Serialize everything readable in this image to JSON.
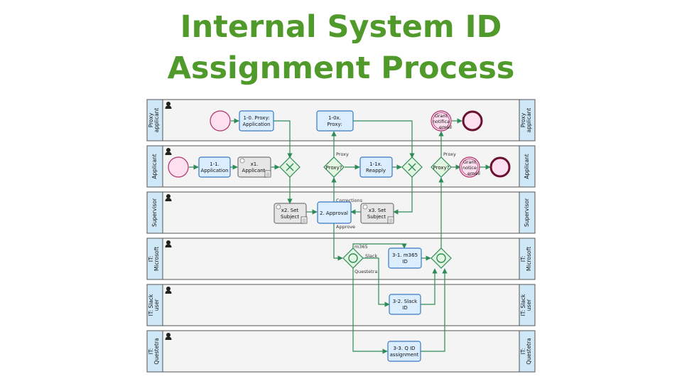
{
  "title": {
    "line1": "Internal System ID",
    "line2": "Assignment Process"
  },
  "lanes": [
    {
      "id": "proxy",
      "label_line1": "Proxy",
      "label_line2": "applicant"
    },
    {
      "id": "applicant",
      "label_line1": "Applicant",
      "label_line2": ""
    },
    {
      "id": "supervisor",
      "label_line1": "Supervisor",
      "label_line2": ""
    },
    {
      "id": "microsoft",
      "label_line1": "IT:",
      "label_line2": "Microsoft"
    },
    {
      "id": "slack",
      "label_line1": "IT: Slack",
      "label_line2": "user"
    },
    {
      "id": "questetra",
      "label_line1": "IT:",
      "label_line2": "Questetra"
    }
  ],
  "tasks": {
    "proxy_application": {
      "line1": "1-0. Proxy:",
      "line2": "Application"
    },
    "proxy_10x": {
      "line1": "1-0x.",
      "line2": "Proxy:"
    },
    "application": {
      "line1": "1-1.",
      "line2": "Application"
    },
    "x1_applicant": {
      "line1": "x1.",
      "line2": "Applicant"
    },
    "reapply": {
      "line1": "1-1x.",
      "line2": "Reapply"
    },
    "x2_set_subject": {
      "line1": "x2. Set",
      "line2": "Subject"
    },
    "approval": {
      "line1": "2. Approval",
      "line2": ""
    },
    "x3_set_subject": {
      "line1": "x3. Set",
      "line2": "Subject"
    },
    "m365_id": {
      "line1": "3-1. m365",
      "line2": "ID"
    },
    "slack_id": {
      "line1": "3-2. Slack",
      "line2": "ID"
    },
    "q_id": {
      "line1": "3-3. Q ID",
      "line2": "assignment"
    }
  },
  "events": {
    "grant_notice_proxy": {
      "line1": "Grant",
      "line2": "notifica",
      "line3": "email"
    },
    "grant_notice_applicant": {
      "line1": "Grant",
      "line2": "notice",
      "line3": "email"
    }
  },
  "gateways": {
    "proxy_gw1": "Proxy?",
    "proxy_gw2": "Proxy?"
  },
  "flow_labels": {
    "proxy1": "Proxy",
    "proxy2": "Proxy",
    "corrections": "Corrections",
    "approve": "Approve",
    "m365": "m365",
    "slack": "Slack",
    "questetra": "Questetra"
  },
  "colors": {
    "title": "#4f9a2a",
    "flow": "#2e8b57",
    "task_fill": "#dbeeff",
    "task_stroke": "#3a78c2",
    "human_task_fill": "#e6e6e6",
    "lane_label_fill": "#cfe8f7",
    "event_fill": "#fde0f0",
    "event_stroke": "#b0306a",
    "gateway_fill": "#e2f6e2"
  }
}
